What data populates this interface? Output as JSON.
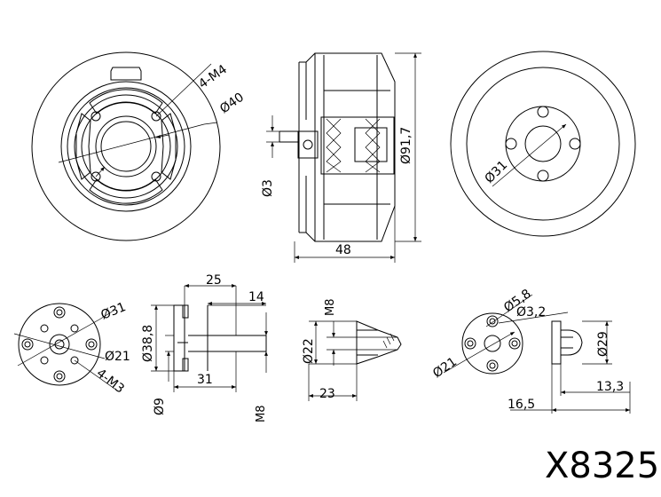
{
  "model": "X8325",
  "dimensions": {
    "mount_holes_front": "4-M4",
    "dia_40": "Ø40",
    "dia_3": "Ø3",
    "dia_91_7": "Ø91,7",
    "len_48": "48",
    "dia_31_back": "Ø31",
    "dia_31_mount": "Ø31",
    "dia_21_mount": "Ø21",
    "holes_m3": "4-M3",
    "len_25": "25",
    "len_14": "14",
    "dia_38_8": "Ø38,8",
    "len_31": "31",
    "dia_9": "Ø9",
    "thread_m8_side": "M8",
    "thread_m8_nut": "M8",
    "dia_22": "Ø22",
    "len_23": "23",
    "dia_5_8": "Ø5,8",
    "dia_3_2": "Ø3,2",
    "dia_21_adapter": "Ø21",
    "dia_29": "Ø29",
    "len_13_3": "13,3",
    "len_16_5": "16,5"
  }
}
